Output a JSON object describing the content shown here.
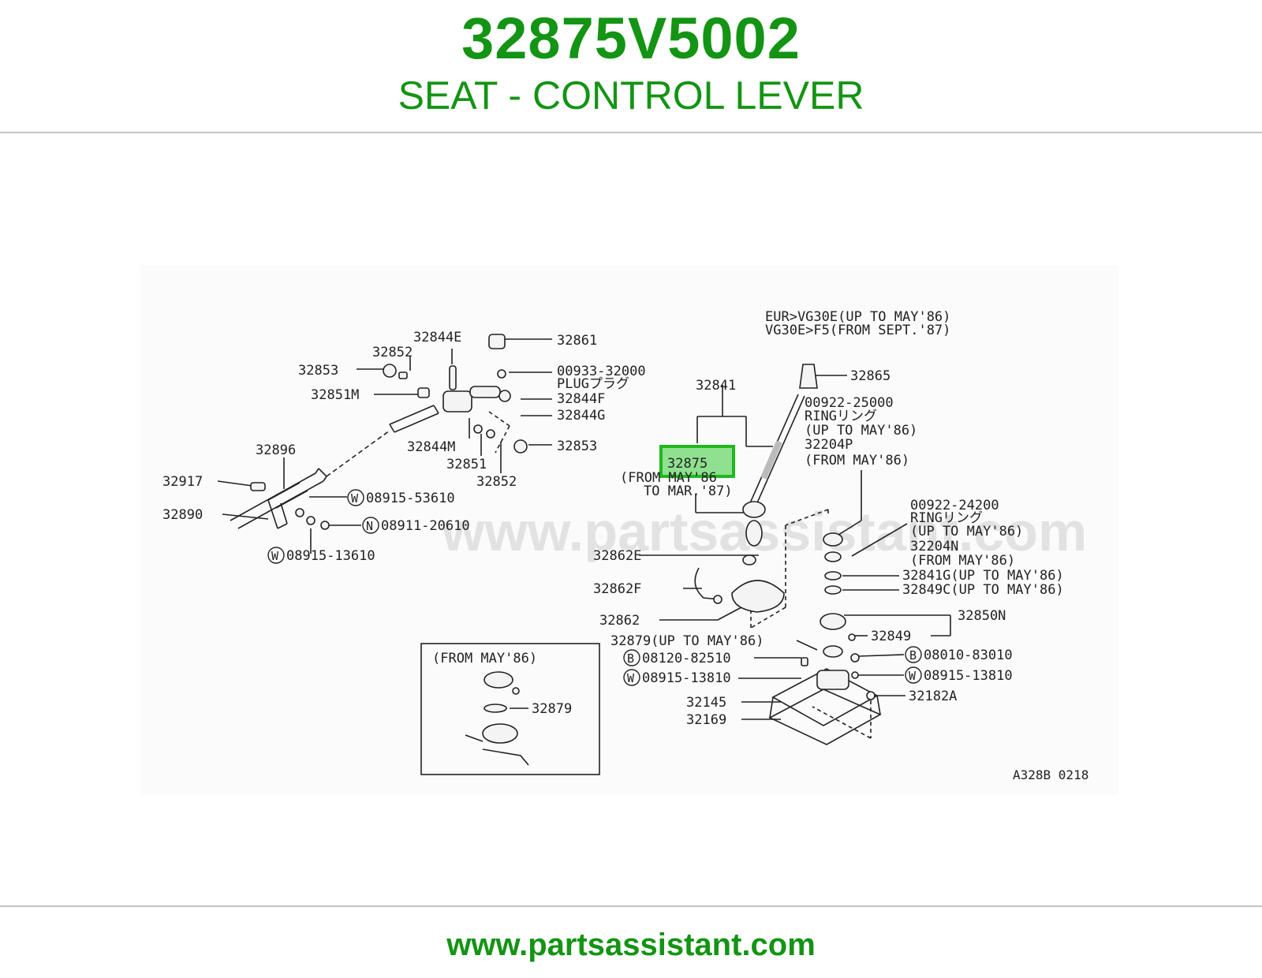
{
  "header": {
    "part_number": "32875V5002",
    "description": "SEAT - CONTROL LEVER"
  },
  "watermark": "www.partsassistant.com",
  "footer": {
    "url": "www.partsassistant.com"
  },
  "colors": {
    "brand": "#149414",
    "highlight_fill": "#8fe08f",
    "highlight_border": "#1fb81f",
    "rule": "#c4c4c4"
  },
  "diagram": {
    "note_top": [
      "EUR>VG30E(UP TO MAY'86)",
      "VG30E>F5(FROM SEPT.'87)"
    ],
    "highlight": {
      "part": "32875",
      "note": [
        "(FROM MAY'86",
        "TO MAR.'87)"
      ]
    },
    "callouts": {
      "c32844E": "32844E",
      "c32861": "32861",
      "c32852a": "32852",
      "c32853a": "32853",
      "c00933": "00933-32000",
      "plug": "PLUGプラグ",
      "c32851M": "32851M",
      "c32844F": "32844F",
      "c32844G": "32844G",
      "c32844M": "32844M",
      "c32853b": "32853",
      "c32851": "32851",
      "c32852b": "32852",
      "c32896": "32896",
      "c32917": "32917",
      "c32890": "32890",
      "c08915_53610": "08915-53610",
      "c08911_20610": "08911-20610",
      "c08915_13610": "08915-13610",
      "c32841": "32841",
      "c32865": "32865",
      "c00922_25000": "00922-25000",
      "ring1": "RINGリング",
      "upto1": "(UP TO MAY'86)",
      "c32204P": "32204P",
      "from1": "(FROM MAY'86)",
      "c00922_24200": "00922-24200",
      "ring2": "RINGリング",
      "upto2": "(UP TO MAY'86)",
      "c32204N": "32204N",
      "from2": "(FROM MAY'86)",
      "c32862E": "32862E",
      "c32841G": "32841G(UP TO MAY'86)",
      "c32849C": "32849C(UP TO MAY'86)",
      "c32862F": "32862F",
      "c32862": "32862",
      "c32850N": "32850N",
      "c32849": "32849",
      "c32879": "32879(UP TO MAY'86)",
      "c08010_83010": "08010-83010",
      "c08120_82510": "08120-82510",
      "c08915_13810a": "08915-13810",
      "c08915_13810b": "08915-13810",
      "c32145": "32145",
      "c32182A": "32182A",
      "c32169": "32169",
      "inset_title": "(FROM MAY'86)",
      "inset_32879": "32879",
      "ref": "A328B 0218"
    },
    "circle_marks": {
      "w1": "W",
      "n1": "N",
      "w2": "W",
      "b1": "B",
      "w3": "W",
      "b2": "B",
      "w4": "W"
    }
  }
}
